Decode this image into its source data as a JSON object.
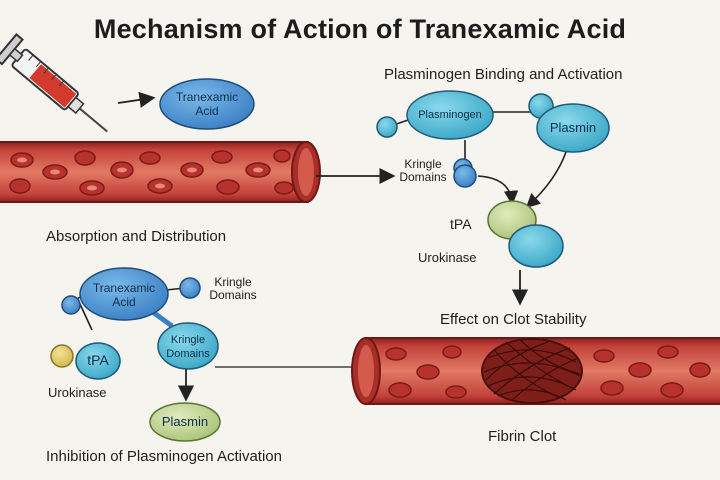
{
  "title": "Mechanism of Action of Tranexamic Acid",
  "top_left": {
    "drug_node": [
      "Tranexamic",
      "Acid"
    ],
    "section_label": "Absorption and Distribution"
  },
  "top_right": {
    "section_label": "Plasminogen Binding and Activation",
    "plasminogen": "Plasminogen",
    "plasmin": "Plasmin",
    "kringle": [
      "Kringle",
      "Domains"
    ],
    "tpa": "tPA",
    "urokinase": "Urokinase",
    "effect_label": "Effect on Clot Stability"
  },
  "bottom_left": {
    "drug_node": [
      "Tranexamic",
      "Acid"
    ],
    "kringle_right": [
      "Kringle",
      "Domains"
    ],
    "kringle_node": [
      "Kringle",
      "Domains"
    ],
    "tpa": "tPA",
    "urokinase": "Urokinase",
    "plasmin": "Plasmin",
    "section_label": "Inhibition of Plasminogen Activation"
  },
  "bottom_right": {
    "fibrin_label": "Fibrin Clot"
  },
  "colors": {
    "vessel_wall": "#b8322d",
    "vessel_inner": "#d85846",
    "rbc": "#c23b31",
    "node_blue": "#55c2dc",
    "node_dark_blue": "#4a9ad2",
    "tpa_green": "#c8d89a",
    "plasmin_green": "#b8d49a"
  }
}
